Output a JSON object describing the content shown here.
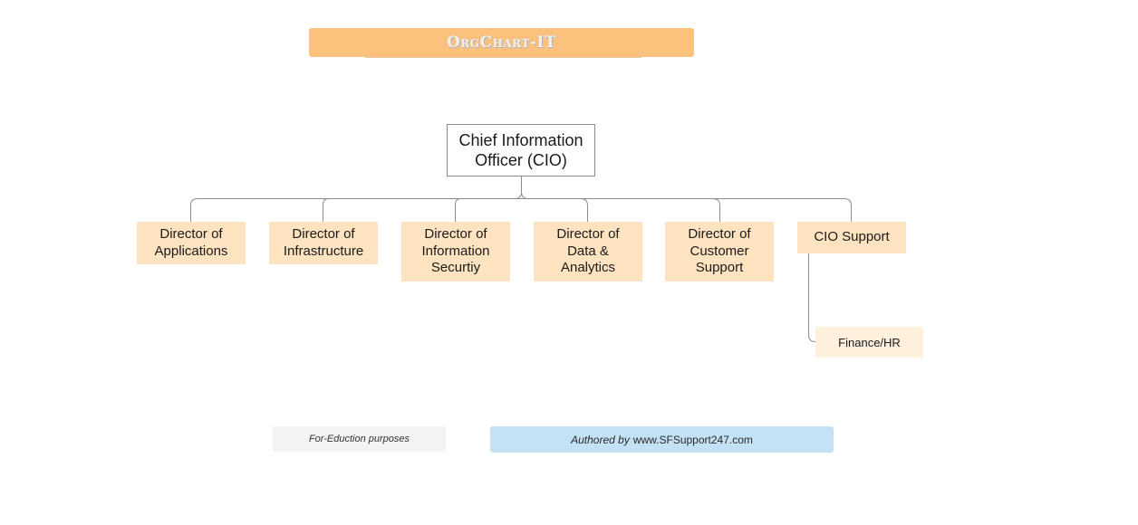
{
  "header": {
    "title": "OrgChart-IT"
  },
  "org": {
    "root": "Chief Information\nOfficer (CIO)",
    "directors": [
      "Director of\nApplications",
      "Director of\nInfrastructure",
      "Director of\nInformation\nSecurtiy",
      "Director of\nData &\nAnalytics",
      "Director of\nCustomer\nSupport",
      "CIO Support"
    ],
    "sub_unit": "Finance/HR"
  },
  "footer": {
    "note": "For-Eduction purposes",
    "author_prefix": "Authored by",
    "author_site": "www.SFSupport247.com"
  },
  "colors": {
    "banner": "#fcc17d",
    "director_fill": "#fde3bf",
    "sub_fill": "#fef0dd",
    "author_fill": "#c3e2f5",
    "note_fill": "#f3f3f4",
    "connector": "#8c8c8c"
  }
}
